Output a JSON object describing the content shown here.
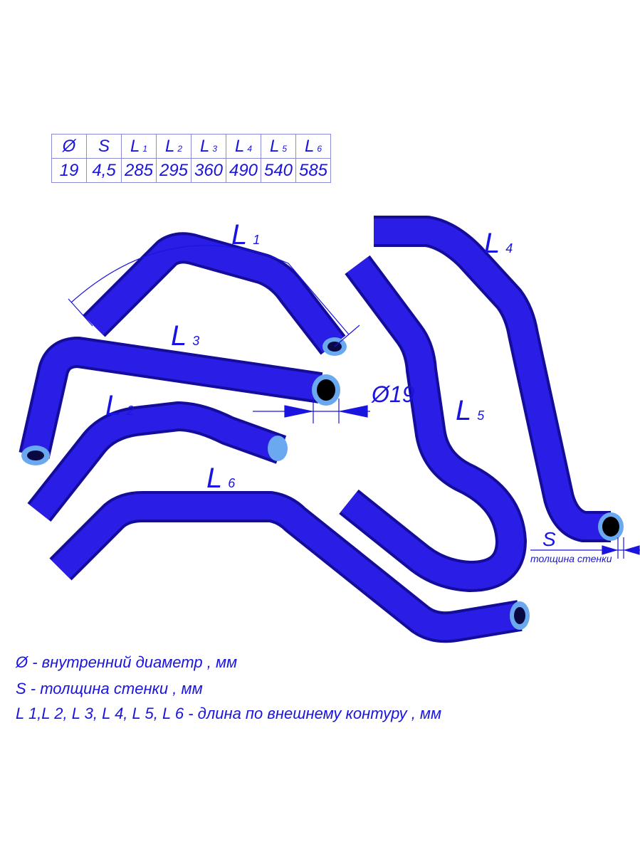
{
  "spec_table": {
    "headers": [
      {
        "main": "Ø",
        "sub": ""
      },
      {
        "main": "S",
        "sub": ""
      },
      {
        "main": "L",
        "sub": "1"
      },
      {
        "main": "L",
        "sub": "2"
      },
      {
        "main": "L",
        "sub": "3"
      },
      {
        "main": "L",
        "sub": "4"
      },
      {
        "main": "L",
        "sub": "5"
      },
      {
        "main": "L",
        "sub": "6"
      }
    ],
    "values": [
      "19",
      "4,5",
      "285",
      "295",
      "360",
      "490",
      "540",
      "585"
    ]
  },
  "labels": {
    "L1": {
      "main": "L",
      "sub": "1"
    },
    "L2": {
      "main": "L",
      "sub": "2"
    },
    "L3": {
      "main": "L",
      "sub": "3"
    },
    "L4": {
      "main": "L",
      "sub": "4"
    },
    "L5": {
      "main": "L",
      "sub": "5"
    },
    "L6": {
      "main": "L",
      "sub": "6"
    },
    "diameter": "Ø19",
    "wall": "S",
    "wall_caption": "толщина стенки"
  },
  "legend": [
    "Ø -  внутренний диаметр , мм",
    "S -  толщина стенки , мм",
    "L 1,L 2, L 3, L 4, L 5, L 6 - длина по внешнему контуру , мм"
  ],
  "colors": {
    "hose": "#2a1ee6",
    "hose_dark": "#140c9a",
    "hose_inner": "#6aa8f0",
    "text": "#1a14e0"
  }
}
